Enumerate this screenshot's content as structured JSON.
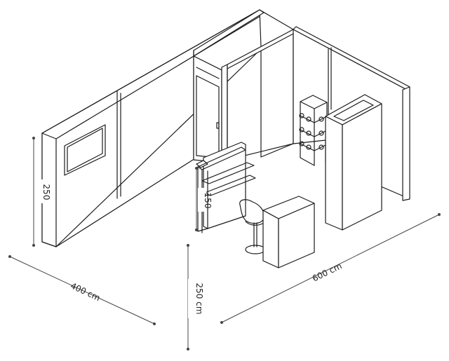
{
  "dimensions": {
    "wall_height": "250",
    "counter_height": "150",
    "front_height": "250 cm",
    "depth": "400 cm",
    "width": "600 cm"
  },
  "colors": {
    "line": "#1c1c1c",
    "dimension": "#444444",
    "background": "#ffffff"
  }
}
